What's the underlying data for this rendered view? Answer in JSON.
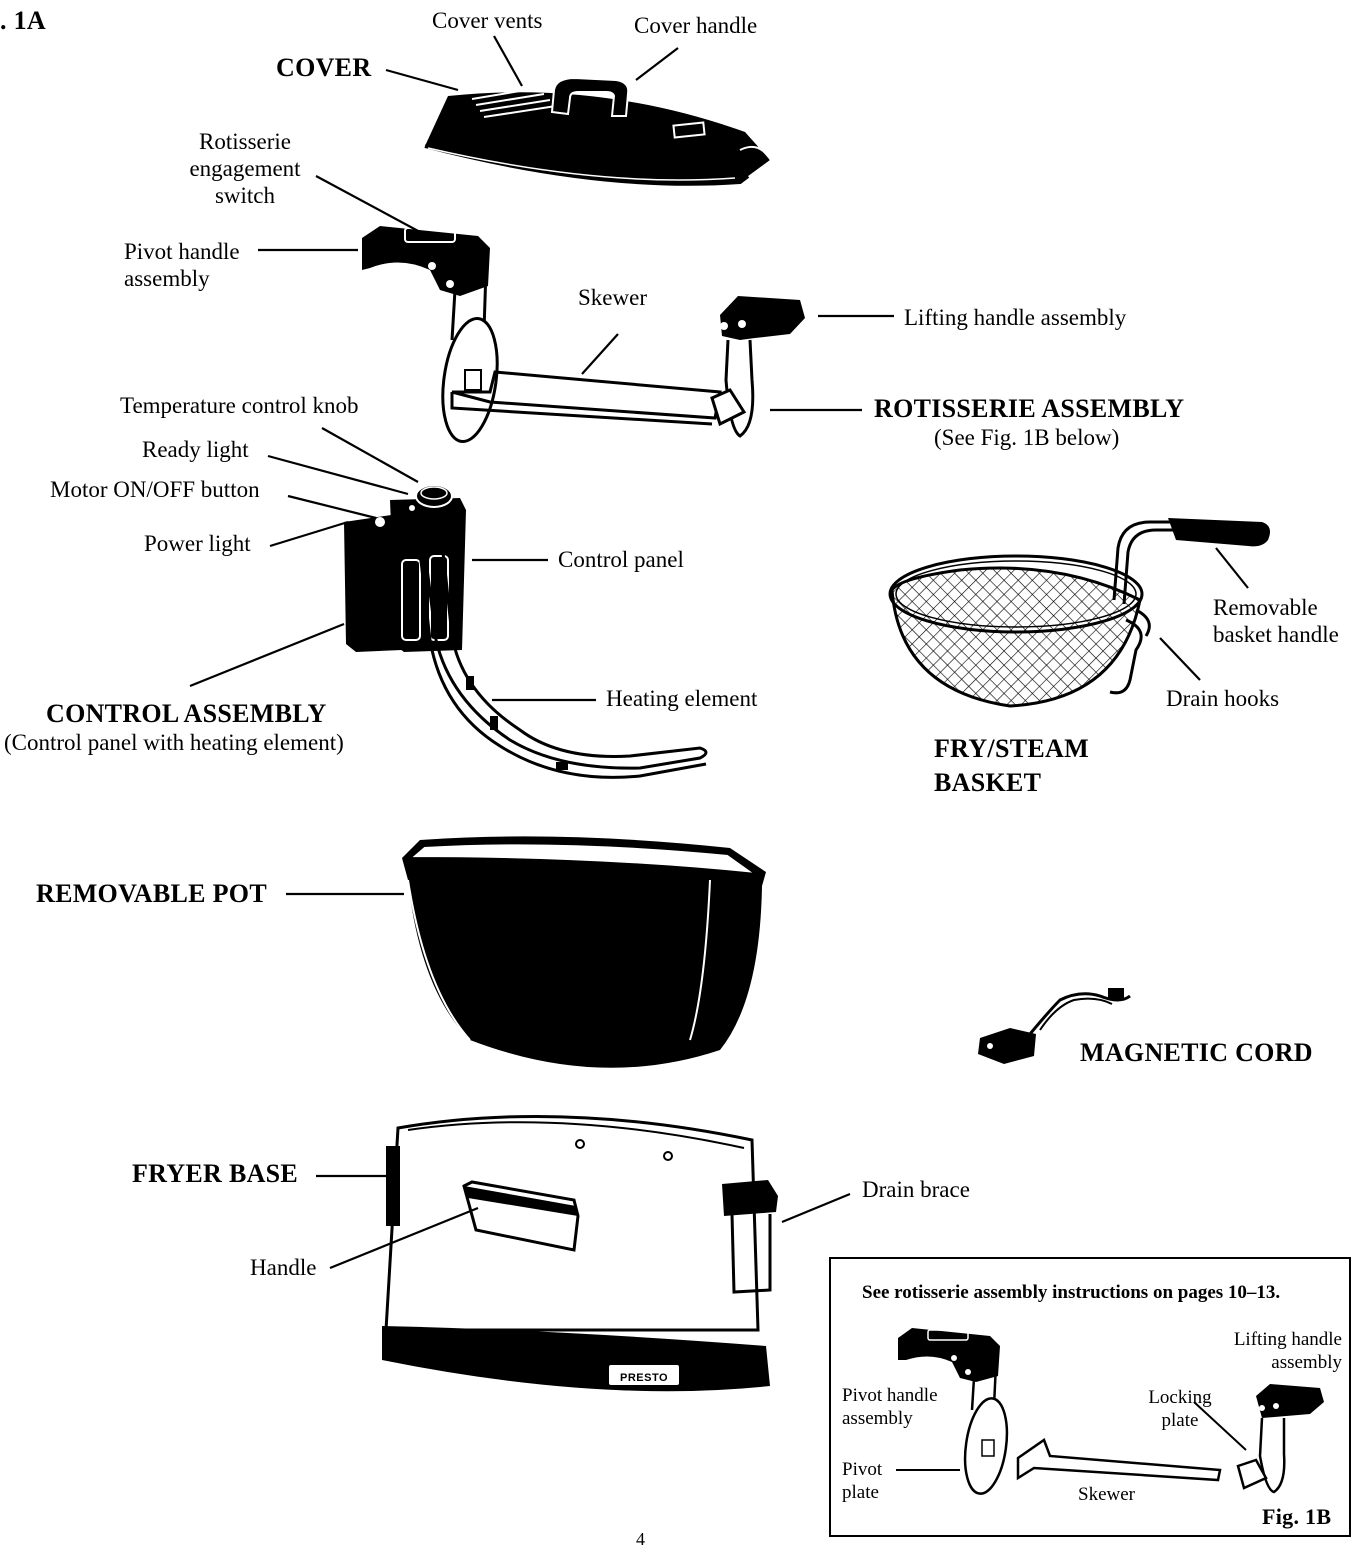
{
  "figure": {
    "main_label": ". 1A",
    "page_number": "4",
    "inset_label": "Fig. 1B",
    "inset_note": "See rotisserie assembly instructions on pages 10–13."
  },
  "components": {
    "cover": "COVER",
    "rotisserie_assembly": "ROTISSERIE ASSEMBLY",
    "rotisserie_note": "(See Fig. 1B below)",
    "control_assembly": "CONTROL ASSEMBLY",
    "control_note": "(Control panel with heating element)",
    "fry_steam_basket_1": "FRY/STEAM",
    "fry_steam_basket_2": "BASKET",
    "removable_pot": "REMOVABLE POT",
    "magnetic_cord": "MAGNETIC CORD",
    "fryer_base": "FRYER BASE"
  },
  "parts": {
    "cover_vents": "Cover vents",
    "cover_handle": "Cover handle",
    "rotisserie_switch_1": "Rotisserie",
    "rotisserie_switch_2": "engagement",
    "rotisserie_switch_3": "switch",
    "pivot_handle_1": "Pivot handle",
    "pivot_handle_2": "assembly",
    "skewer": "Skewer",
    "lifting_handle": "Lifting handle assembly",
    "temp_knob": "Temperature control knob",
    "ready_light": "Ready light",
    "motor_button": "Motor ON/OFF button",
    "power_light": "Power light",
    "control_panel": "Control panel",
    "heating_element": "Heating element",
    "basket_handle_1": "Removable",
    "basket_handle_2": "basket handle",
    "drain_hooks": "Drain hooks",
    "drain_brace": "Drain brace",
    "handle": "Handle",
    "brand": "PRESTO"
  },
  "inset_parts": {
    "pivot_handle_1": "Pivot handle",
    "pivot_handle_2": "assembly",
    "lifting_handle_1": "Lifting handle",
    "lifting_handle_2": "assembly",
    "locking_plate_1": "Locking",
    "locking_plate_2": "plate",
    "pivot_plate_1": "Pivot",
    "pivot_plate_2": "plate",
    "skewer": "Skewer"
  }
}
